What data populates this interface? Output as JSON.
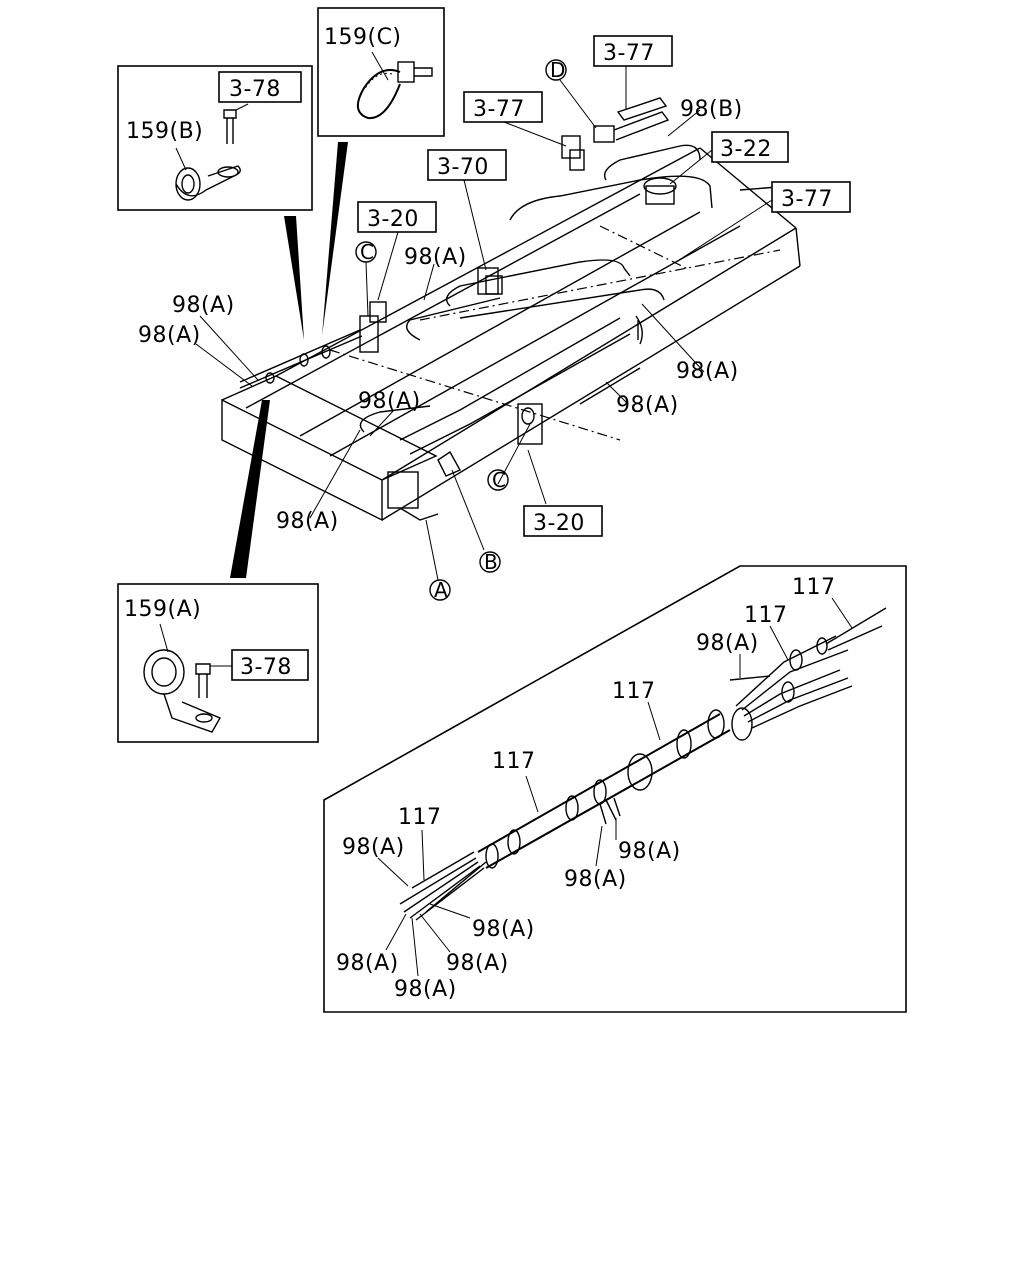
{
  "refs": {
    "r378_top": "3-78",
    "r377_top": "3-77",
    "r377_mid": "3-77",
    "r322": "3-22",
    "r370": "3-70",
    "r377_right": "3-77",
    "r320_top": "3-20",
    "r320_bottom": "3-20",
    "r378_bottom": "3-78"
  },
  "labels": {
    "p159c": "159(C)",
    "p159b": "159(B)",
    "p159a": "159(A)",
    "p98b": "98(B)",
    "p98a_1": "98(A)",
    "p98a_2": "98(A)",
    "p98a_3": "98(A)",
    "p98a_4": "98(A)",
    "p98a_5": "98(A)",
    "p98a_6": "98(A)",
    "p98a_7": "98(A)",
    "d1": "98(A)",
    "d2": "98(A)",
    "d3": "98(A)",
    "d4": "98(A)",
    "d5": "98(A)",
    "d6": "98(A)",
    "d7": "98(A)",
    "d8": "98(A)",
    "p117_1": "117",
    "p117_2": "117",
    "p117_3": "117",
    "p117_4": "117",
    "p117_5": "117"
  },
  "callouts": {
    "A": "A",
    "B": "B",
    "C1": "C",
    "C2": "C",
    "D": "D"
  }
}
